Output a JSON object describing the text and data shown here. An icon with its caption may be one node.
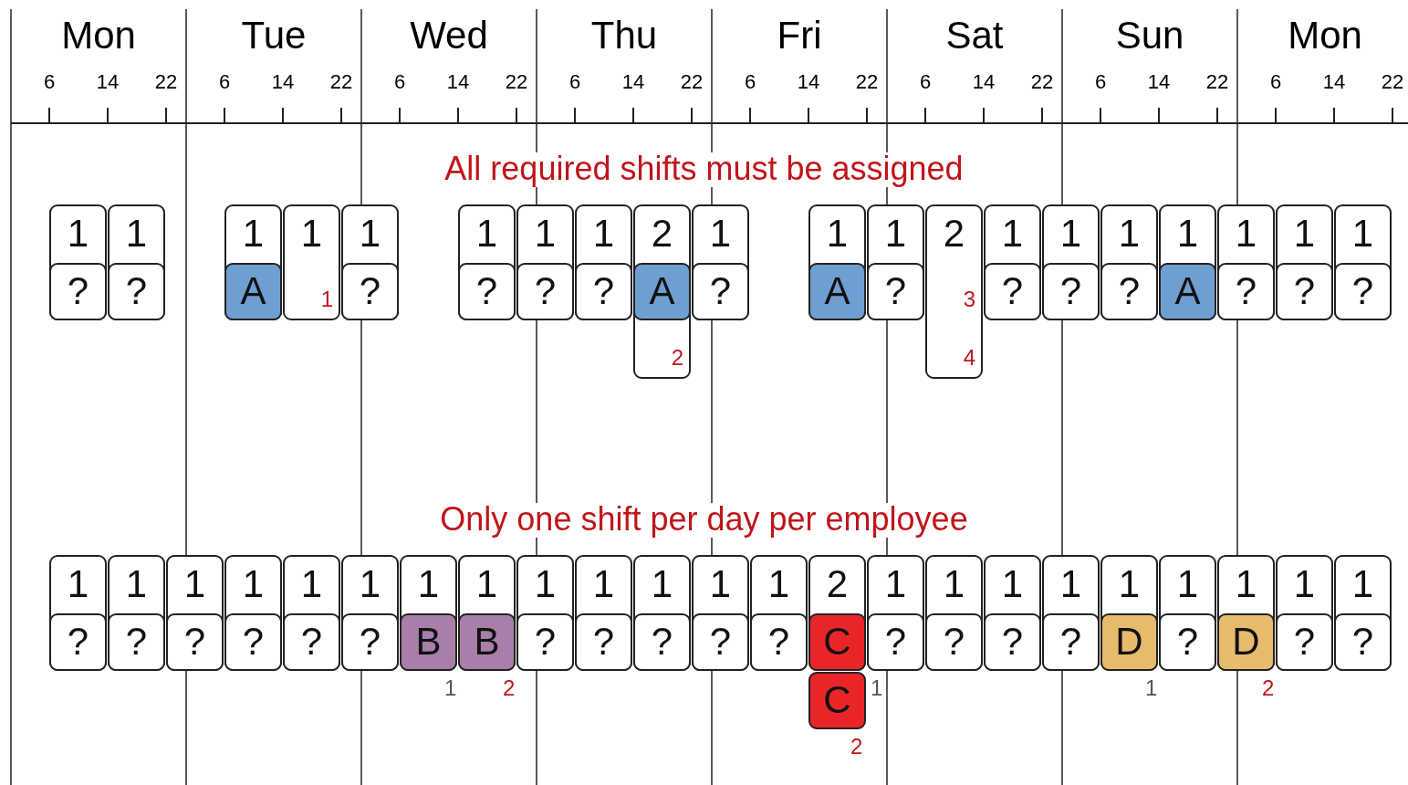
{
  "diagram": {
    "nodes": [
      {
        "text": [
          "1",
          "?"
        ]
      },
      {
        "text": [
          "1",
          "?"
        ]
      },
      {
        "text": [
          "1",
          "A"
        ]
      },
      {
        "text": [
          "1",
          "1"
        ]
      },
      {
        "text": [
          "1",
          "?"
        ]
      },
      {
        "text": [
          "1",
          "?"
        ]
      },
      {
        "text": [
          "1",
          "?"
        ]
      },
      {
        "text": [
          "1",
          "?"
        ]
      },
      {
        "text": [
          "2",
          "A",
          "2"
        ]
      },
      {
        "text": [
          "1",
          "?"
        ]
      },
      {
        "text": [
          "1",
          "A"
        ]
      },
      {
        "text": [
          "1",
          "?"
        ]
      },
      {
        "text": [
          "2",
          "3",
          "4"
        ]
      },
      {
        "text": [
          "1",
          "?"
        ]
      },
      {
        "text": [
          "1",
          "?"
        ]
      },
      {
        "text": [
          "1",
          "?"
        ]
      },
      {
        "text": [
          "1",
          "A"
        ]
      },
      {
        "text": [
          "1",
          "?"
        ]
      },
      {
        "text": [
          "1",
          "?"
        ]
      },
      {
        "text": [
          "1",
          "?"
        ]
      },
      {
        "text": [
          "1",
          "?"
        ]
      },
      {
        "text": [
          "1",
          "?"
        ]
      },
      {
        "text": [
          "1",
          "?"
        ]
      },
      {
        "text": [
          "1",
          "?"
        ]
      },
      {
        "text": [
          "1",
          "?"
        ]
      },
      {
        "text": [
          "1",
          "?"
        ]
      },
      {
        "text": [
          "1",
          "B"
        ],
        "beside": [
          "1"
        ]
      },
      {
        "text": [
          "1",
          "B"
        ],
        "beside": [
          "2"
        ]
      },
      {
        "text": [
          "1",
          "?"
        ]
      },
      {
        "text": [
          "1",
          "?"
        ]
      },
      {
        "text": [
          "1",
          "?"
        ]
      },
      {
        "text": [
          "1",
          "?"
        ]
      },
      {
        "text": [
          "1",
          "?"
        ]
      },
      {
        "text": [
          "2",
          "C",
          "C"
        ],
        "beside": [
          "1",
          "2"
        ]
      },
      {
        "text": [
          "1",
          "?"
        ]
      },
      {
        "text": [
          "1",
          "?"
        ]
      },
      {
        "text": [
          "1",
          "?"
        ]
      },
      {
        "text": [
          "1",
          "?"
        ]
      },
      {
        "text": [
          "1",
          "D"
        ],
        "beside": [
          "1"
        ]
      },
      {
        "text": [
          "1",
          "?"
        ]
      },
      {
        "text": [
          "1",
          "D"
        ],
        "beside": [
          "2"
        ]
      },
      {
        "text": [
          "1",
          "?"
        ]
      },
      {
        "text": [
          "1",
          "?"
        ]
      }
    ],
    "labels": [
      "Mon",
      "Tue",
      "Wed",
      "Thu",
      "Fri",
      "Sat",
      "Sun",
      "Mon",
      "6",
      "14",
      "22",
      "6",
      "14",
      "22",
      "6",
      "14",
      "22",
      "6",
      "14",
      "22",
      "6",
      "14",
      "22",
      "6",
      "14",
      "22",
      "6",
      "14",
      "22",
      "6",
      "14",
      "22",
      "All required shifts must be assigned",
      "Only one shift per day per employee"
    ]
  }
}
